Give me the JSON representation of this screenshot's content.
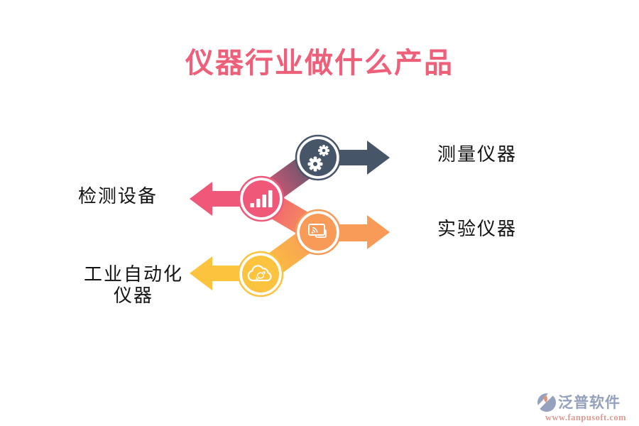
{
  "title": {
    "text": "仪器行业做什么产品",
    "color": "#ee5f7a"
  },
  "diagram": {
    "branches": [
      {
        "label": "测量仪器",
        "color": "#475569",
        "direction": "right",
        "icon": "gears-icon"
      },
      {
        "label": "检测设备",
        "color": "#ef5878",
        "direction": "left",
        "icon": "bar-chart-icon"
      },
      {
        "label": "实验仪器",
        "color": "#f89a58",
        "direction": "right",
        "icon": "screen-cast-icon"
      },
      {
        "label": "工业自动化仪器",
        "lines": [
          "工业自动化",
          "仪器"
        ],
        "color": "#fbc33e",
        "direction": "left",
        "icon": "cloud-sync-icon"
      }
    ],
    "connector_gradients": [
      {
        "from": "#ef5878",
        "to": "#475569"
      },
      {
        "from": "#ef5878",
        "to": "#f89a58"
      },
      {
        "from": "#f89a58",
        "to": "#fbc33e"
      }
    ],
    "icon_color": "#ffffff",
    "label_color": "#141414"
  },
  "watermark": {
    "brand": "泛普软件",
    "url": "www.fanpusoft.com",
    "brand_color": "#95a0bd",
    "url_color": "#dc9b93"
  }
}
